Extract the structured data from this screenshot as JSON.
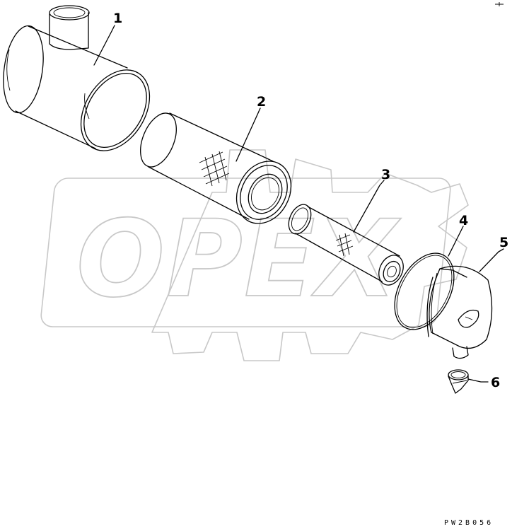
{
  "watermark": {
    "text": "OPEX"
  },
  "callouts": [
    {
      "id": 1,
      "label": "1"
    },
    {
      "id": 2,
      "label": "2"
    },
    {
      "id": 3,
      "label": "3"
    },
    {
      "id": 4,
      "label": "4"
    },
    {
      "id": 5,
      "label": "5"
    },
    {
      "id": 6,
      "label": "6"
    }
  ],
  "drawing_code": "PW2B056"
}
